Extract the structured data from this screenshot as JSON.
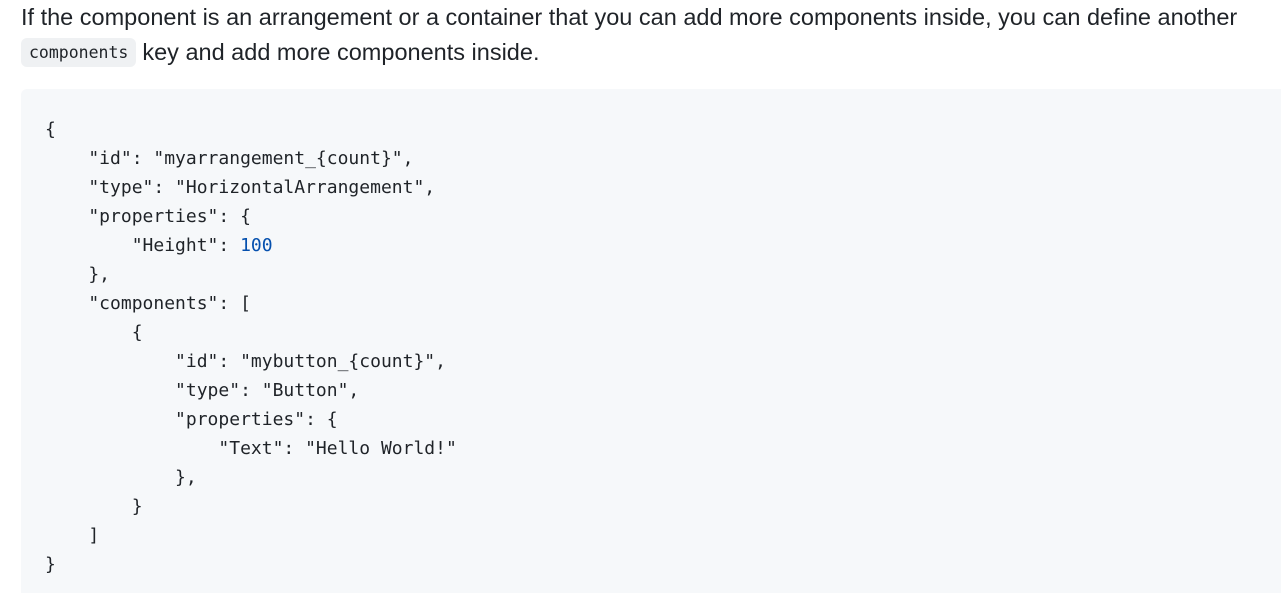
{
  "paragraph": {
    "line1": "If the component is an arrangement or a container that you can add more components inside, you can define another",
    "inline_code": "components",
    "line2_rest": "key and add more components inside."
  },
  "code": {
    "lines": [
      "{",
      "    \"id\": \"myarrangement_{count}\",",
      "    \"type\": \"HorizontalArrangement\",",
      "    \"properties\": {",
      "        \"Height\": ",
      "    },",
      "    \"components\": [",
      "        {",
      "            \"id\": \"mybutton_{count}\",",
      "            \"type\": \"Button\",",
      "            \"properties\": {",
      "                \"Text\": \"Hello World!\"",
      "            },",
      "        }",
      "    ]",
      "}"
    ],
    "height_value": "100"
  },
  "colors": {
    "code_background": "#f6f8fa",
    "inline_code_background": "#eff1f3",
    "number_color": "#0550ae",
    "text_color": "#1f2328"
  }
}
